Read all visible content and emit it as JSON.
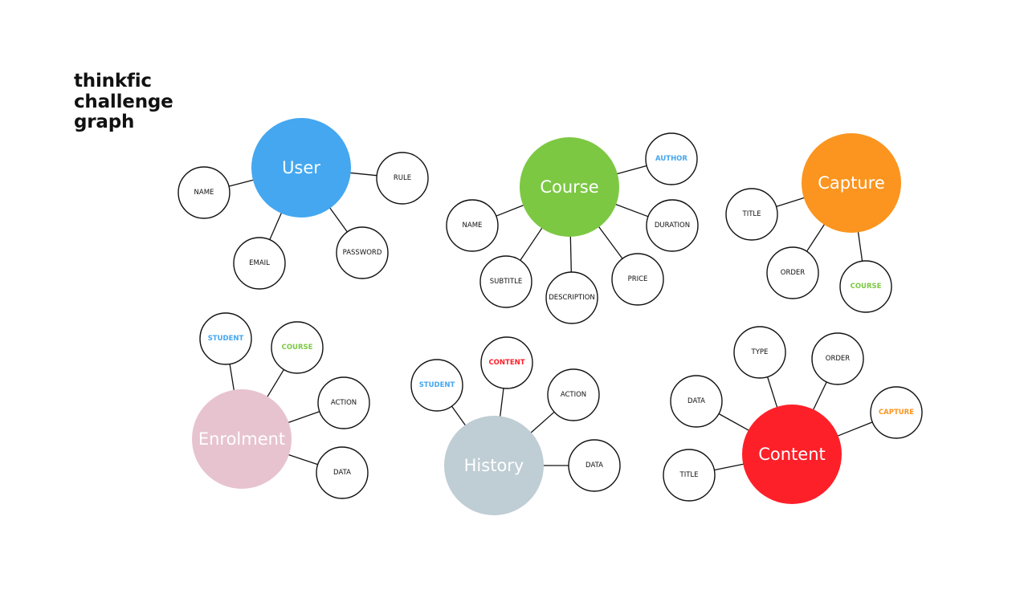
{
  "title": {
    "line1": "thinkfic",
    "line2": "challenge",
    "line3": "graph"
  },
  "colors": {
    "user": "#44a7f0",
    "course": "#7cc843",
    "capture": "#fb951f",
    "enrolment": "#e7c3d0",
    "history": "#bfcdd4",
    "content": "#fe2029",
    "attr_text": "#111111"
  },
  "entities": [
    {
      "id": "user",
      "label": "User",
      "color": "#44a7f0",
      "attributes": [
        {
          "label": "NAME",
          "color": "#111111"
        },
        {
          "label": "RULE",
          "color": "#111111"
        },
        {
          "label": "EMAIL",
          "color": "#111111"
        },
        {
          "label": "PASSWORD",
          "color": "#111111"
        }
      ]
    },
    {
      "id": "course",
      "label": "Course",
      "color": "#7cc843",
      "attributes": [
        {
          "label": "AUTHOR",
          "color": "#44a7f0"
        },
        {
          "label": "NAME",
          "color": "#111111"
        },
        {
          "label": "DURATION",
          "color": "#111111"
        },
        {
          "label": "SUBTITLE",
          "color": "#111111"
        },
        {
          "label": "DESCRIPTION",
          "color": "#111111"
        },
        {
          "label": "PRICE",
          "color": "#111111"
        }
      ]
    },
    {
      "id": "capture",
      "label": "Capture",
      "color": "#fb951f",
      "attributes": [
        {
          "label": "TITLE",
          "color": "#111111"
        },
        {
          "label": "ORDER",
          "color": "#111111"
        },
        {
          "label": "COURSE",
          "color": "#7cc843"
        }
      ]
    },
    {
      "id": "enrolment",
      "label": "Enrolment",
      "color": "#e7c3d0",
      "attributes": [
        {
          "label": "STUDENT",
          "color": "#44a7f0"
        },
        {
          "label": "COURSE",
          "color": "#7cc843"
        },
        {
          "label": "ACTION",
          "color": "#111111"
        },
        {
          "label": "DATA",
          "color": "#111111"
        }
      ]
    },
    {
      "id": "history",
      "label": "History",
      "color": "#bfcdd4",
      "attributes": [
        {
          "label": "STUDENT",
          "color": "#44a7f0"
        },
        {
          "label": "CONTENT",
          "color": "#fe2029"
        },
        {
          "label": "ACTION",
          "color": "#111111"
        },
        {
          "label": "DATA",
          "color": "#111111"
        }
      ]
    },
    {
      "id": "content",
      "label": "Content",
      "color": "#fe2029",
      "attributes": [
        {
          "label": "TYPE",
          "color": "#111111"
        },
        {
          "label": "ORDER",
          "color": "#111111"
        },
        {
          "label": "DATA",
          "color": "#111111"
        },
        {
          "label": "CAPTURE",
          "color": "#fb951f"
        },
        {
          "label": "TITLE",
          "color": "#111111"
        }
      ]
    }
  ]
}
